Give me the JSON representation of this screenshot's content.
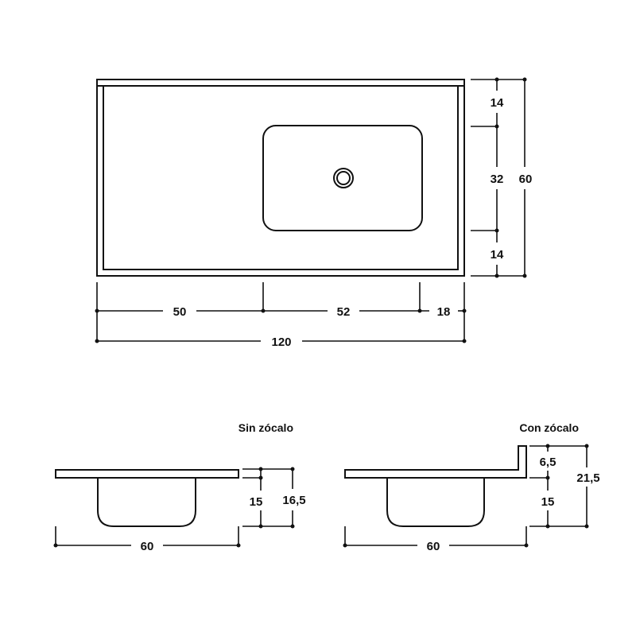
{
  "top_view": {
    "width_total": "120",
    "left_offset": "50",
    "sink_width": "52",
    "right_offset": "18",
    "depth_total": "60",
    "top_margin": "14",
    "sink_depth": "32",
    "bottom_margin": "14"
  },
  "side_without_backsplash": {
    "title": "Sin zócalo",
    "depth": "60",
    "bowl_height": "15",
    "total_height": "16,5"
  },
  "side_with_backsplash": {
    "title": "Con zócalo",
    "depth": "60",
    "backsplash_height": "6,5",
    "bowl_height": "15",
    "total_height": "21,5"
  }
}
